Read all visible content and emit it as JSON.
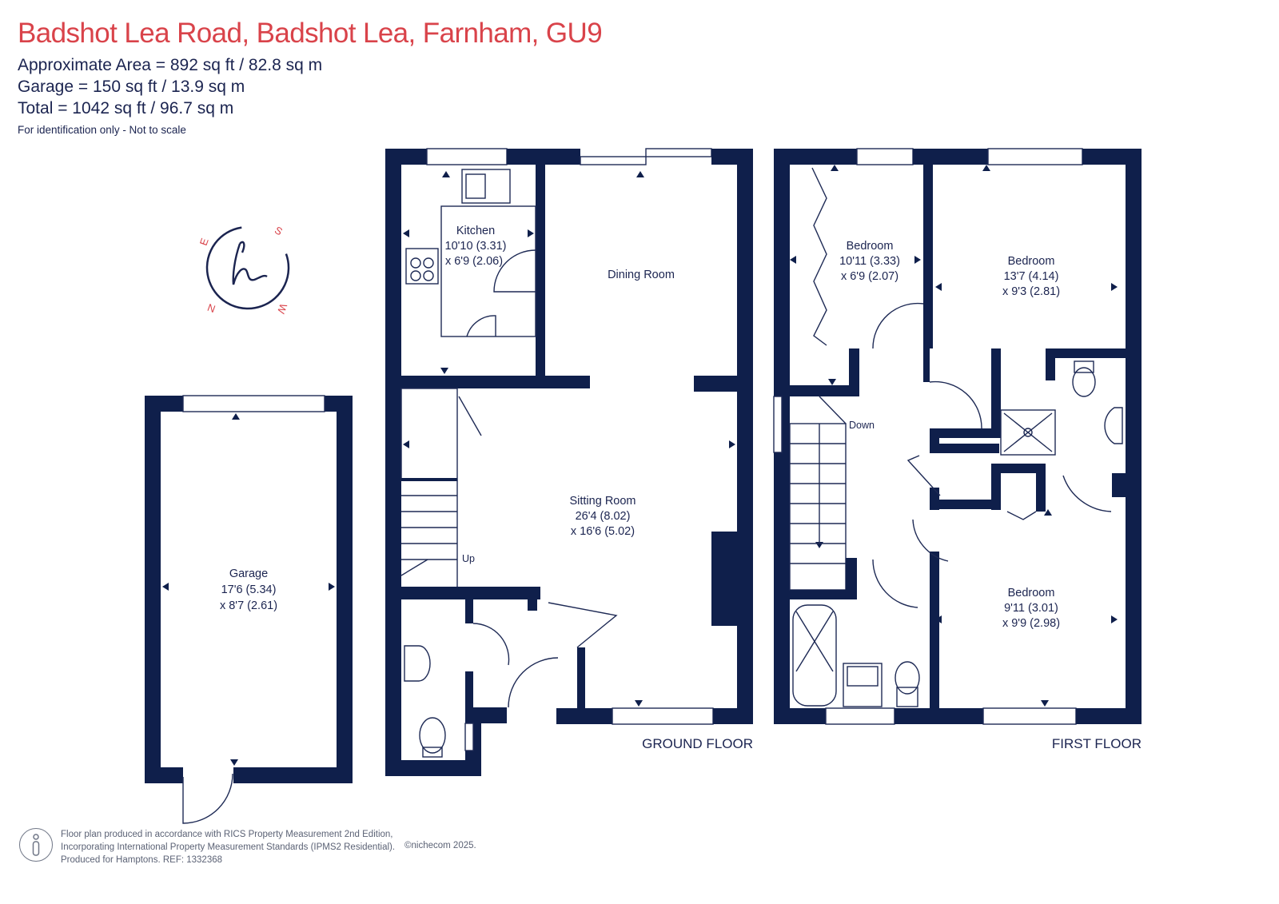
{
  "header": {
    "title": "Badshot Lea Road, Badshot Lea, Farnham, GU9",
    "approx_area": "Approximate Area = 892 sq ft / 82.8 sq m",
    "garage_area": "Garage = 150 sq ft / 13.9 sq m",
    "total_area": "Total = 1042 sq ft / 96.7 sq m",
    "note": "For identification only - Not to scale"
  },
  "compass": {
    "labels": [
      "E",
      "S",
      "W",
      "N"
    ]
  },
  "rooms": {
    "kitchen": {
      "name": "Kitchen",
      "dim1": "10'10 (3.31)",
      "dim2": "x 6'9 (2.06)"
    },
    "dining": {
      "name": "Dining Room"
    },
    "sitting": {
      "name": "Sitting Room",
      "dim1": "26'4 (8.02)",
      "dim2": "x 16'6 (5.02)"
    },
    "garage": {
      "name": "Garage",
      "dim1": "17'6 (5.34)",
      "dim2": "x 8'7 (2.61)"
    },
    "bedroom1": {
      "name": "Bedroom",
      "dim1": "10'11 (3.33)",
      "dim2": "x 6'9 (2.07)"
    },
    "bedroom2": {
      "name": "Bedroom",
      "dim1": "13'7 (4.14)",
      "dim2": "x 9'3 (2.81)"
    },
    "bedroom3": {
      "name": "Bedroom",
      "dim1": "9'11 (3.01)",
      "dim2": "x 9'9 (2.98)"
    }
  },
  "stairs": {
    "up": "Up",
    "down": "Down"
  },
  "floors": {
    "ground": "GROUND FLOOR",
    "first": "FIRST FLOOR"
  },
  "footer": {
    "line1": "Floor plan produced in accordance with RICS Property Measurement 2nd Edition,",
    "line2": "Incorporating International Property Measurement Standards (IPMS2 Residential).",
    "line3": "Produced for Hamptons.   REF: 1332368",
    "copyright": "©nichecom 2025."
  },
  "colors": {
    "wall": "#0f1f4b",
    "accent": "#d9434a",
    "text": "#1b2450"
  }
}
